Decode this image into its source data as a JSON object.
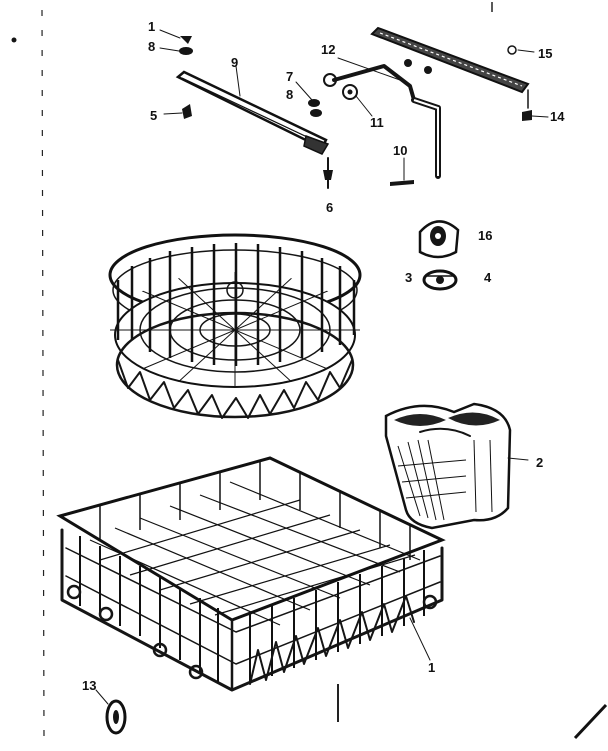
{
  "colors": {
    "ink": "#151515",
    "paper": "#ffffff"
  },
  "callouts": {
    "c1_top": "1",
    "c8": "8",
    "c9": "9",
    "c5": "5",
    "c7": "7",
    "c8b": "8",
    "c6": "6",
    "c12": "12",
    "c15": "15",
    "c11": "11",
    "c14": "14",
    "c10": "10",
    "c16": "16",
    "c3": "3",
    "c4": "4",
    "c2": "2",
    "c1_rack": "1",
    "c13": "13"
  }
}
